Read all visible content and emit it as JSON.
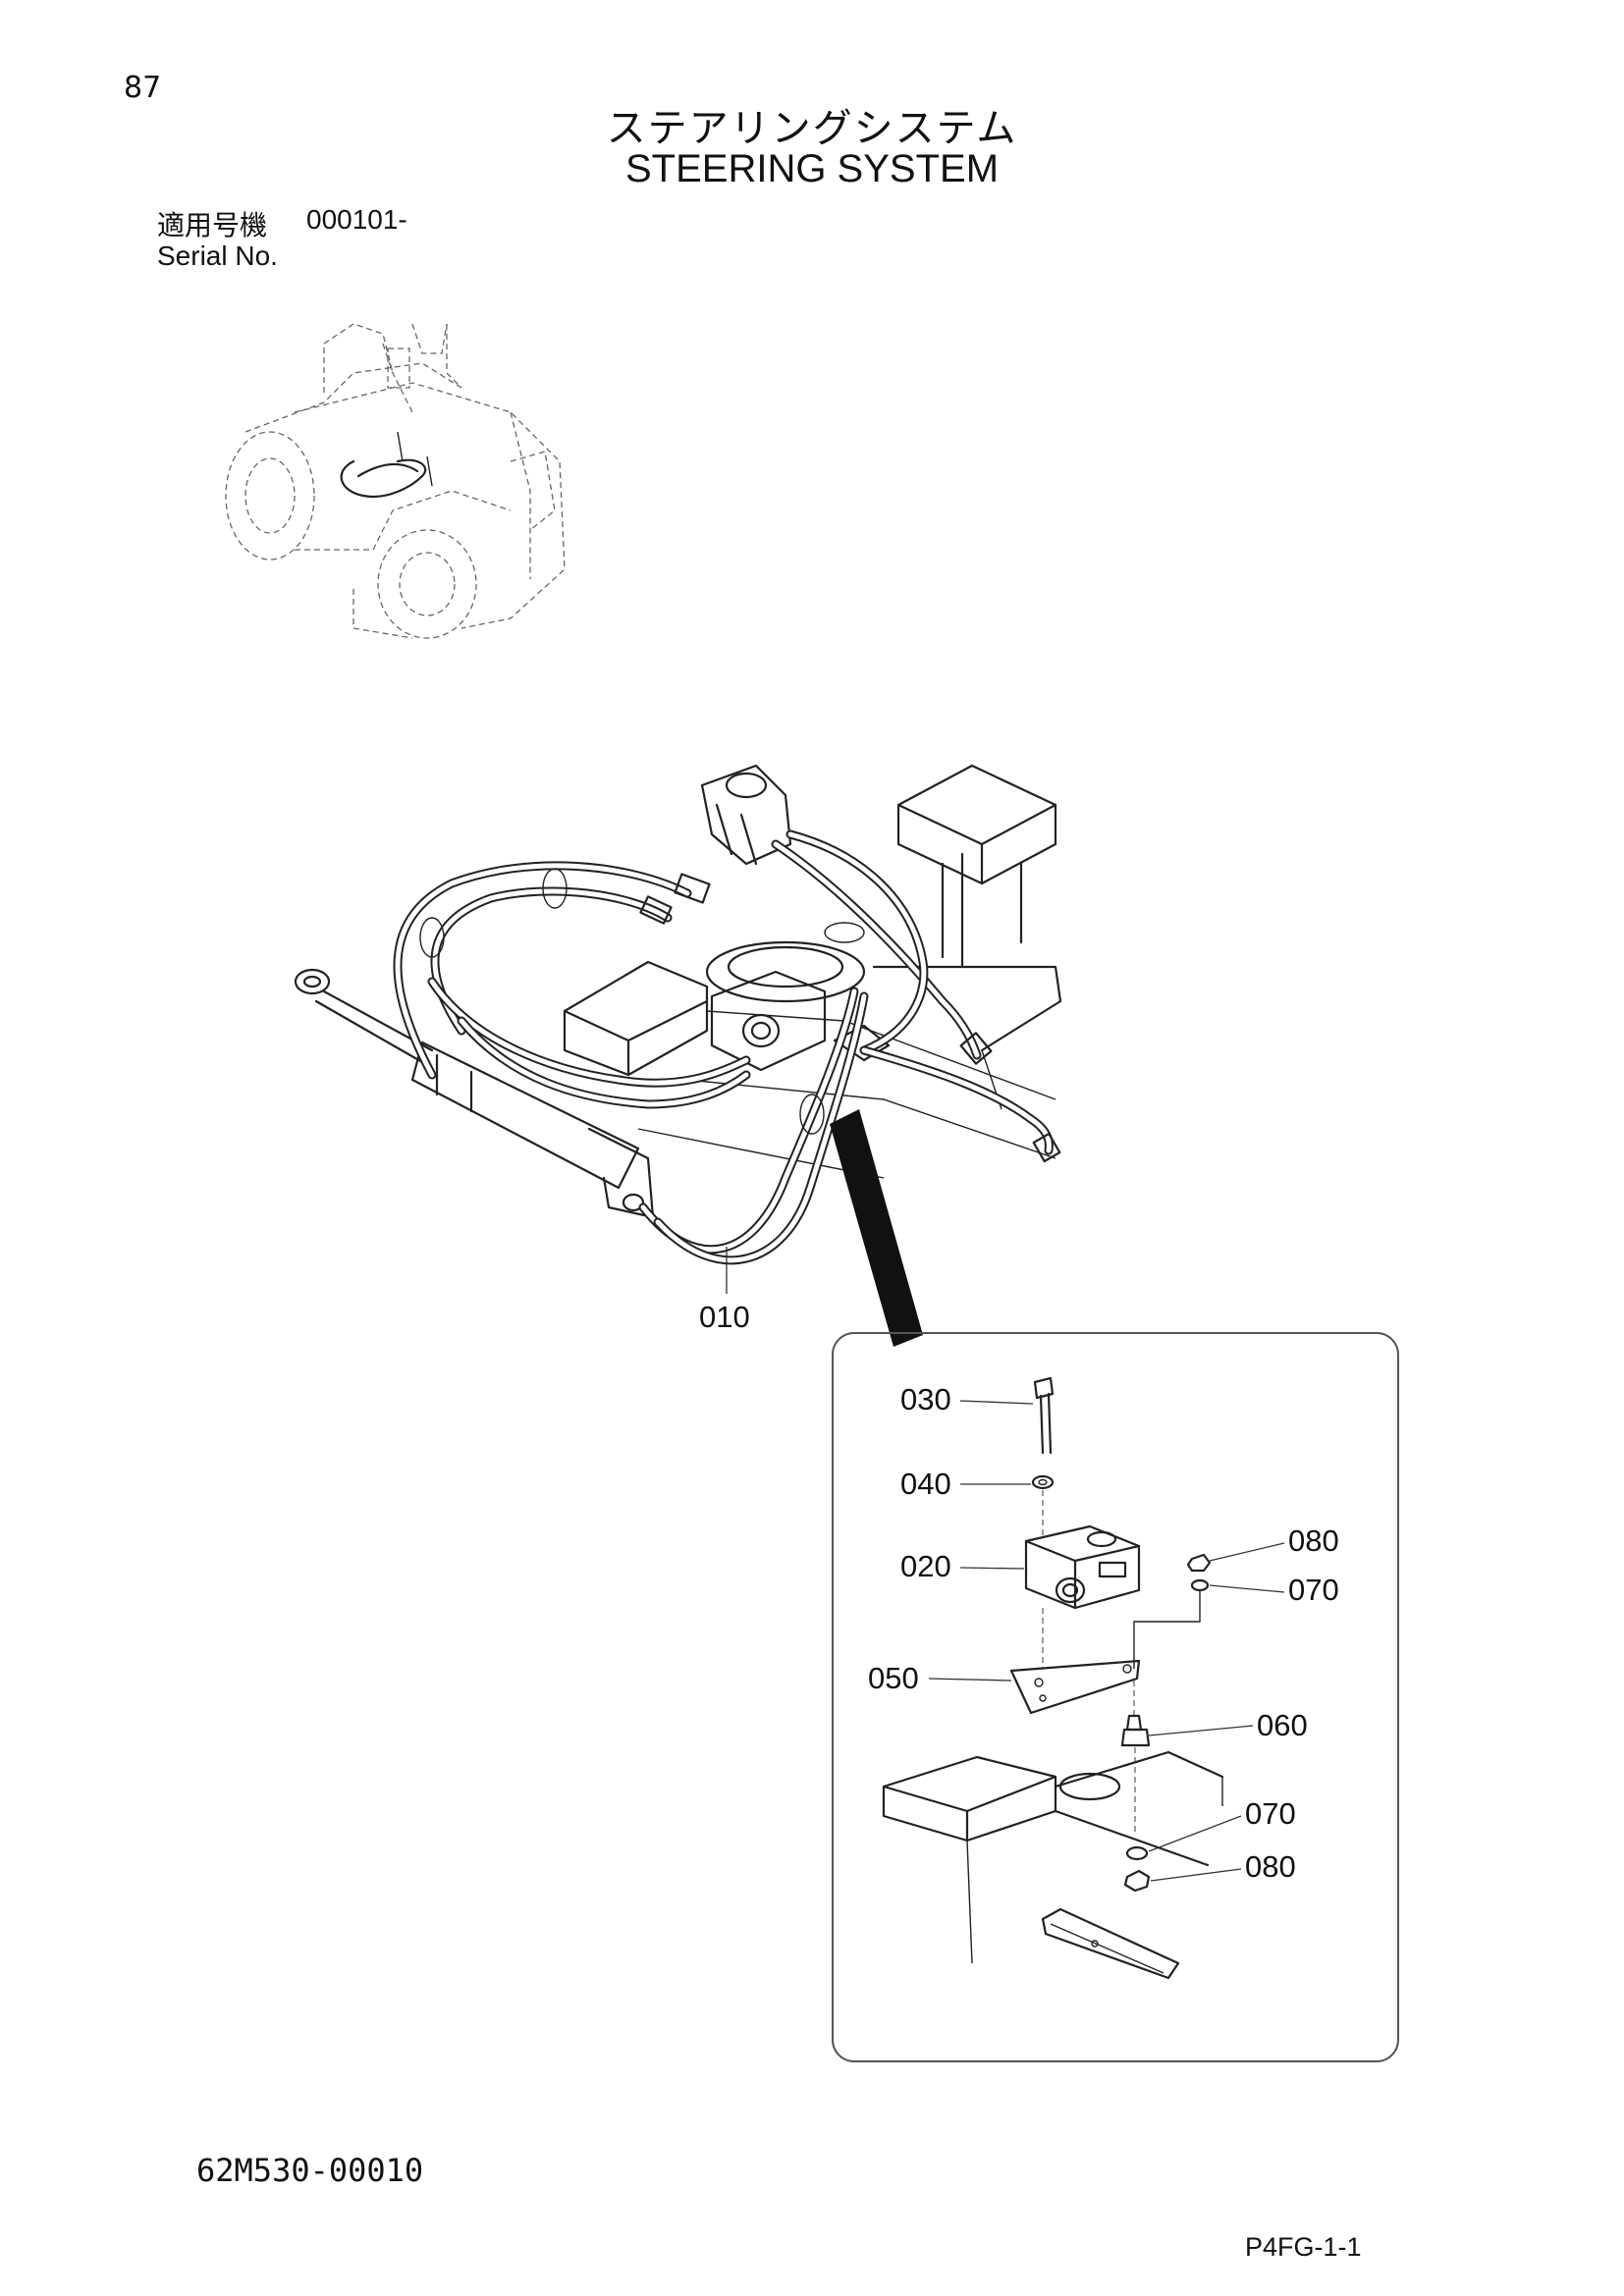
{
  "header": {
    "page_number": "87",
    "title_jp": "ステアリングシステム",
    "title_en": "STEERING SYSTEM",
    "serial_label_jp": "適用号機",
    "serial_value": "000101-",
    "serial_label_en": "Serial No."
  },
  "parts": {
    "p010": "010",
    "p020": "020",
    "p030": "030",
    "p040": "040",
    "p050": "050",
    "p060": "060",
    "p070_upper": "070",
    "p070_lower": "070",
    "p080_upper": "080",
    "p080_lower": "080"
  },
  "footer": {
    "drawing_number": "62M530-00010",
    "page_code": "P4FG-1-1"
  }
}
